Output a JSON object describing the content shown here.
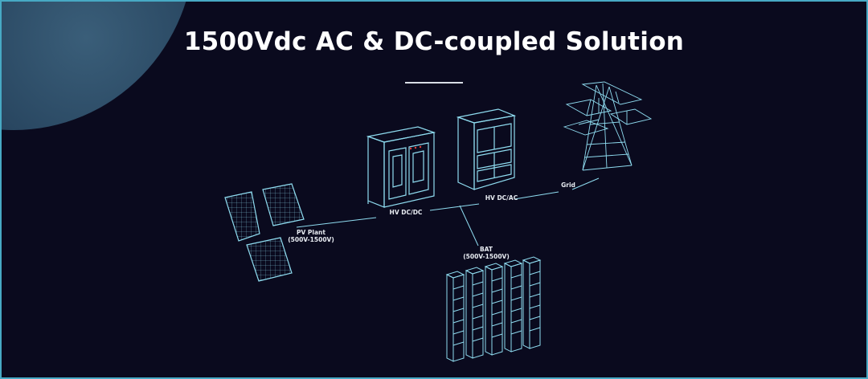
{
  "title": "1500Vdc AC & DC-coupled Solution",
  "labels": {
    "pv_name": "PV Plant",
    "pv_range": "(500V-1500V)",
    "hv_dcdc": "HV DC/DC",
    "hv_dcac": "HV DC/AC",
    "grid": "Grid",
    "bat_name": "BAT",
    "bat_range": "(500V-1500V)"
  },
  "colors": {
    "line": "#8fdcf0",
    "border": "#47a9c4",
    "background": "#0a0a1e",
    "accent_red": "#e0403a"
  }
}
